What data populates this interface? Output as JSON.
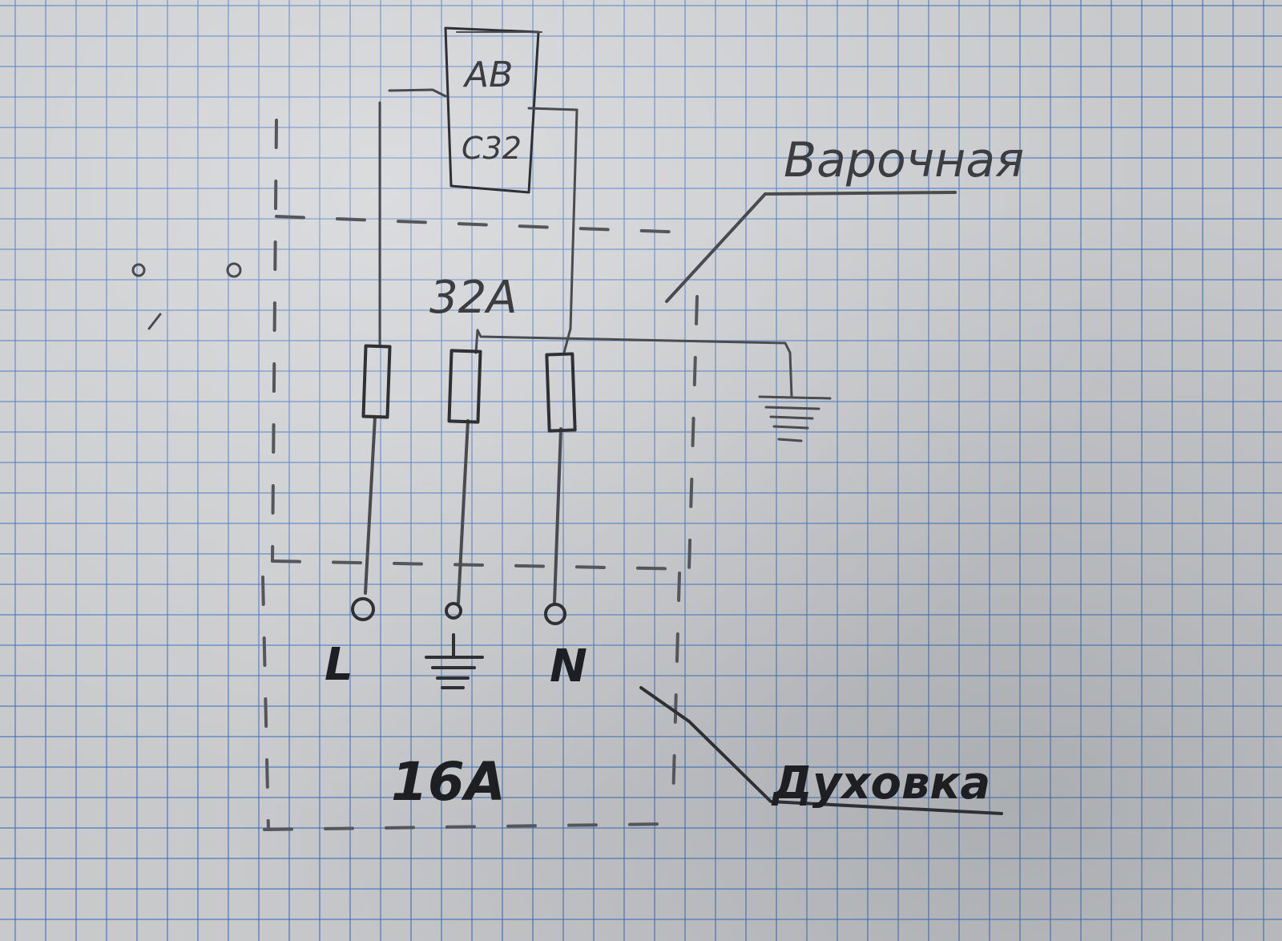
{
  "breaker": {
    "line1": "АВ",
    "line2": "C32"
  },
  "labels": {
    "hob_current": "32A",
    "oven_current": "16A",
    "hob": "Варочная",
    "oven": "Духовка"
  },
  "terminals": {
    "phase": "L",
    "neutral": "N"
  },
  "colors": {
    "pencil": "#4a4b4f",
    "grid": "#3c6eb9",
    "paper": "#c7c9cb"
  }
}
